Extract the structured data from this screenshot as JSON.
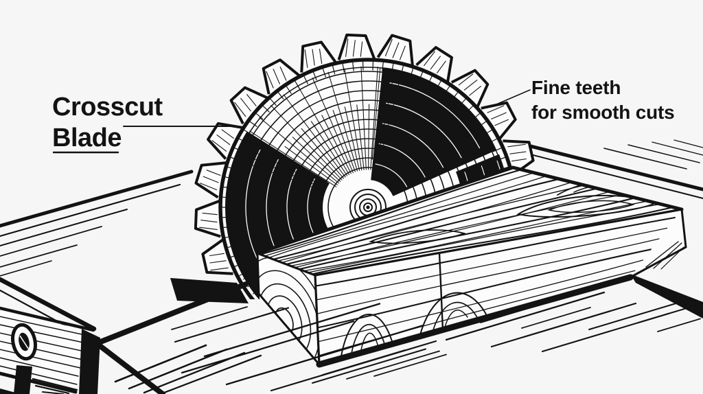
{
  "labels": {
    "crosscut": {
      "line1": "Crosscut",
      "line2": "Blade"
    },
    "fine_teeth": {
      "line1": "Fine teeth",
      "line2": "for smooth cuts"
    }
  },
  "colors": {
    "background": "#f6f6f7",
    "surface": "#fcfcfc",
    "ink": "#131313"
  }
}
